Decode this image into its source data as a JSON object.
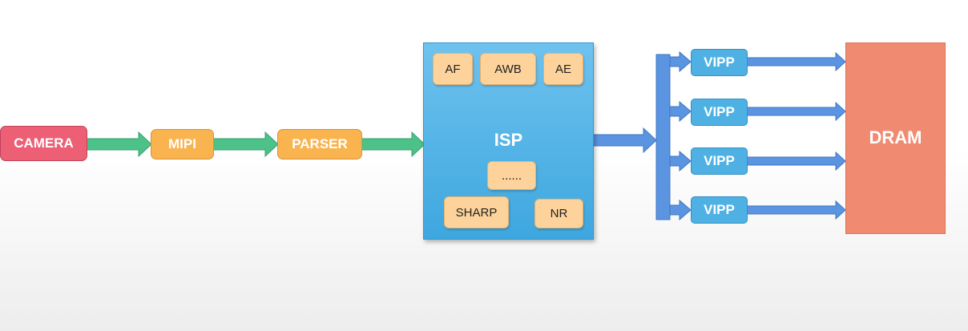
{
  "nodes": {
    "camera": "CAMERA",
    "mipi": "MIPI",
    "parser": "PARSER",
    "isp": "ISP",
    "dram": "DRAM"
  },
  "isp_modules": {
    "af": "AF",
    "awb": "AWB",
    "ae": "AE",
    "ellipsis": "......",
    "sharp": "SHARP",
    "nr": "NR"
  },
  "vipp": [
    "VIPP",
    "VIPP",
    "VIPP",
    "VIPP"
  ],
  "colors": {
    "camera": "#ec5f75",
    "stage": "#f9b450",
    "isp": "#4fb1e3",
    "isp_module": "#fdd39b",
    "vipp": "#4fb1e3",
    "dram": "#f08b72",
    "green_arrow": "#4cc188",
    "blue_arrow": "#5b94e0"
  }
}
